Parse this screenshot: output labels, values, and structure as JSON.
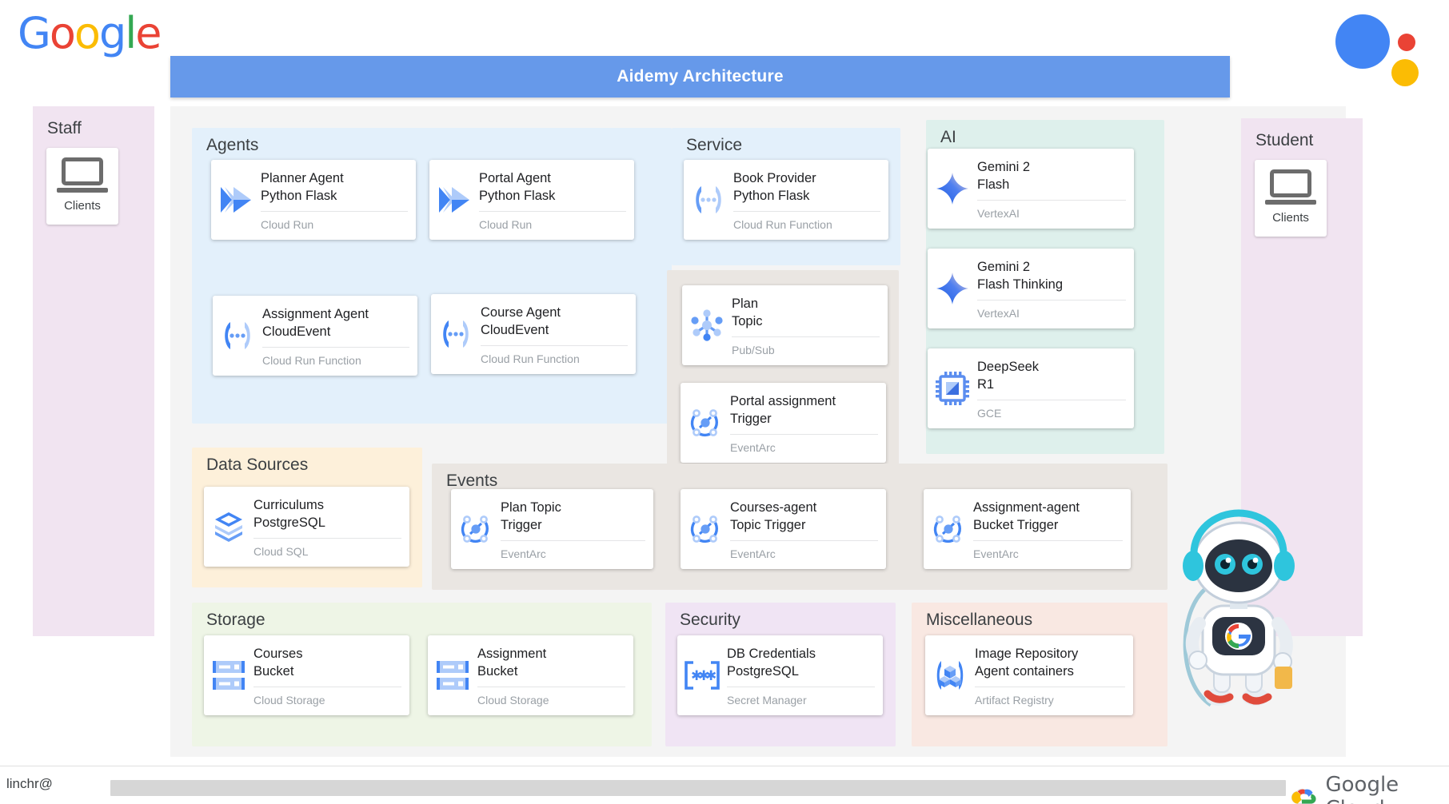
{
  "brand": {
    "google_logo": "Google",
    "google_cloud_label": "Google Cloud"
  },
  "header": {
    "title": "Aidemy Architecture"
  },
  "status_bar": {
    "user": "linchr@"
  },
  "actors": {
    "staff": {
      "title": "Staff",
      "client_label": "Clients"
    },
    "student": {
      "title": "Student",
      "client_label": "Clients"
    }
  },
  "groups": {
    "agents": {
      "title": "Agents",
      "cards": [
        {
          "name_line1": "Planner Agent",
          "name_line2": "Python Flask",
          "service": "Cloud Run",
          "icon": "cloud-run-icon"
        },
        {
          "name_line1": "Portal Agent",
          "name_line2": "Python Flask",
          "service": "Cloud Run",
          "icon": "cloud-run-icon"
        },
        {
          "name_line1": "Assignment Agent",
          "name_line2": "CloudEvent",
          "service": "Cloud Run Function",
          "icon": "cloud-run-function-icon"
        },
        {
          "name_line1": "Course Agent",
          "name_line2": "CloudEvent",
          "service": "Cloud Run Function",
          "icon": "cloud-run-function-icon"
        }
      ]
    },
    "service": {
      "title": "Service",
      "cards": [
        {
          "name_line1": "Book Provider",
          "name_line2": "Python Flask",
          "service": "Cloud Run Function",
          "icon": "cloud-run-function-icon"
        }
      ]
    },
    "ai": {
      "title": "AI",
      "cards": [
        {
          "name_line1": "Gemini 2",
          "name_line2": "Flash",
          "service": "VertexAI",
          "icon": "gemini-sparkle-icon"
        },
        {
          "name_line1": "Gemini 2",
          "name_line2": "Flash Thinking",
          "service": "VertexAI",
          "icon": "gemini-sparkle-icon"
        },
        {
          "name_line1": "DeepSeek",
          "name_line2": "R1",
          "service": "GCE",
          "icon": "cpu-chip-icon"
        }
      ]
    },
    "messaging": {
      "title": "",
      "cards": [
        {
          "name_line1": "Plan",
          "name_line2": "Topic",
          "service": "Pub/Sub",
          "icon": "pubsub-icon"
        },
        {
          "name_line1": "Portal assignment",
          "name_line2": "Trigger",
          "service": "EventArc",
          "icon": "eventarc-icon"
        }
      ]
    },
    "data_sources": {
      "title": "Data Sources",
      "cards": [
        {
          "name_line1": "Curriculums",
          "name_line2": "PostgreSQL",
          "service": "Cloud SQL",
          "icon": "cloud-sql-icon"
        }
      ]
    },
    "events": {
      "title": "Events",
      "cards": [
        {
          "name_line1": "Plan Topic",
          "name_line2": "Trigger",
          "service": "EventArc",
          "icon": "eventarc-icon"
        },
        {
          "name_line1": "Courses-agent",
          "name_line2": "Topic Trigger",
          "service": "EventArc",
          "icon": "eventarc-icon"
        },
        {
          "name_line1": "Assignment-agent",
          "name_line2": "Bucket Trigger",
          "service": "EventArc",
          "icon": "eventarc-icon"
        }
      ]
    },
    "storage": {
      "title": "Storage",
      "cards": [
        {
          "name_line1": "Courses",
          "name_line2": "Bucket",
          "service": "Cloud Storage",
          "icon": "cloud-storage-icon"
        },
        {
          "name_line1": "Assignment",
          "name_line2": "Bucket",
          "service": "Cloud Storage",
          "icon": "cloud-storage-icon"
        }
      ]
    },
    "security": {
      "title": "Security",
      "cards": [
        {
          "name_line1": "DB Credentials",
          "name_line2": "PostgreSQL",
          "service": "Secret Manager",
          "icon": "secret-manager-icon"
        }
      ]
    },
    "miscellaneous": {
      "title": "Miscellaneous",
      "cards": [
        {
          "name_line1": "Image Repository",
          "name_line2": "Agent containers",
          "service": "Artifact Registry",
          "icon": "artifact-registry-icon"
        }
      ]
    }
  },
  "colors": {
    "title_bar": "#6699ea",
    "agents_bg": "#e3f0fb",
    "service_bg": "#e3f0fb",
    "ai_bg": "#def0ec",
    "data_sources_bg": "#fdf0da",
    "events_bg": "#eae6e2",
    "storage_bg": "#eef5e6",
    "security_bg": "#f0e4f4",
    "miscellaneous_bg": "#f9e8e2",
    "actor_panel_bg": "#f1e4f1",
    "canvas_bg": "#f4f4f4",
    "google_blue": "#4285F4",
    "google_red": "#EA4335",
    "google_yellow": "#FBBC04",
    "google_green": "#34A853"
  }
}
